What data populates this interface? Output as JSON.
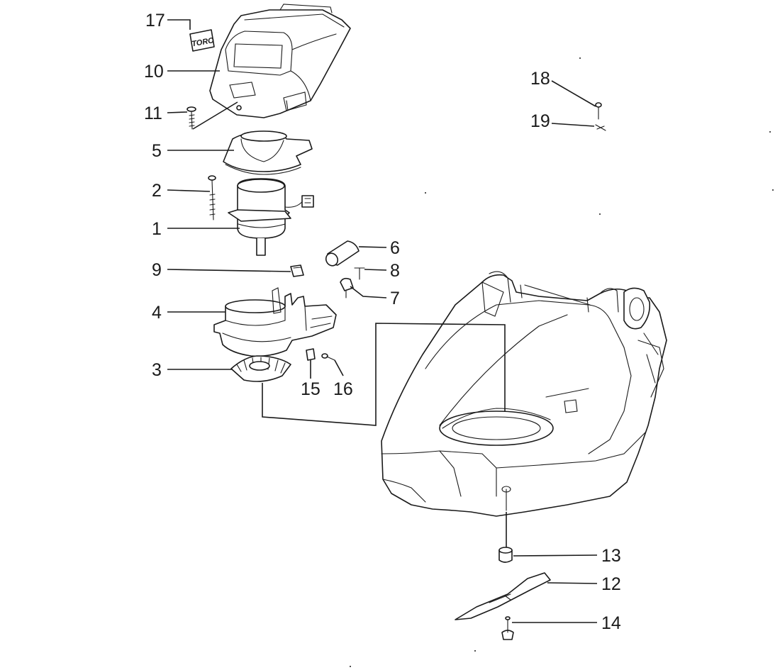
{
  "diagram": {
    "logo_text": "TORO",
    "labels": [
      {
        "id": "17",
        "text": "17"
      },
      {
        "id": "10",
        "text": "10"
      },
      {
        "id": "11",
        "text": "11"
      },
      {
        "id": "5",
        "text": "5"
      },
      {
        "id": "2",
        "text": "2"
      },
      {
        "id": "1",
        "text": "1"
      },
      {
        "id": "9",
        "text": "9"
      },
      {
        "id": "4",
        "text": "4"
      },
      {
        "id": "3",
        "text": "3"
      },
      {
        "id": "6",
        "text": "6"
      },
      {
        "id": "8",
        "text": "8"
      },
      {
        "id": "7",
        "text": "7"
      },
      {
        "id": "15",
        "text": "15"
      },
      {
        "id": "16",
        "text": "16"
      },
      {
        "id": "18",
        "text": "18"
      },
      {
        "id": "19",
        "text": "19"
      },
      {
        "id": "13",
        "text": "13"
      },
      {
        "id": "12",
        "text": "12"
      },
      {
        "id": "14",
        "text": "14"
      }
    ]
  }
}
